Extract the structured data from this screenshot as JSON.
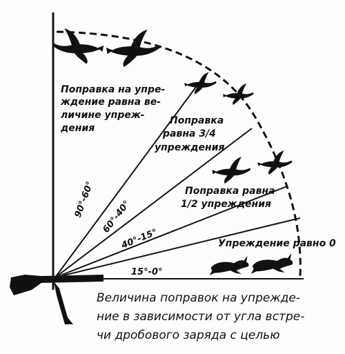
{
  "zones": {
    "full": {
      "line1": "Поправка на упре-",
      "line2": "ждение равна ве-",
      "line3": "личине упреж-",
      "line4": "дения"
    },
    "three_quarter": {
      "line1": "Поправка",
      "line2": "равна 3/4",
      "line3": "упреждения"
    },
    "half": {
      "line1": "Поправка равна",
      "line2": "1/2 упреждения"
    },
    "zero": {
      "line1": "Упреждение равно 0"
    }
  },
  "angles": {
    "a90_60": "90°-60°",
    "a60_40": "60°-40°",
    "a40_15": "40°-15°",
    "a15_0": "15°-0°"
  },
  "caption": {
    "line1": "Величина поправок на упрежде-",
    "line2": "ние в зависимости от угла встре-",
    "line3": "чи дробового заряда с целью"
  },
  "icons": [
    "duck-icon",
    "hare-icon",
    "shotgun-icon"
  ]
}
